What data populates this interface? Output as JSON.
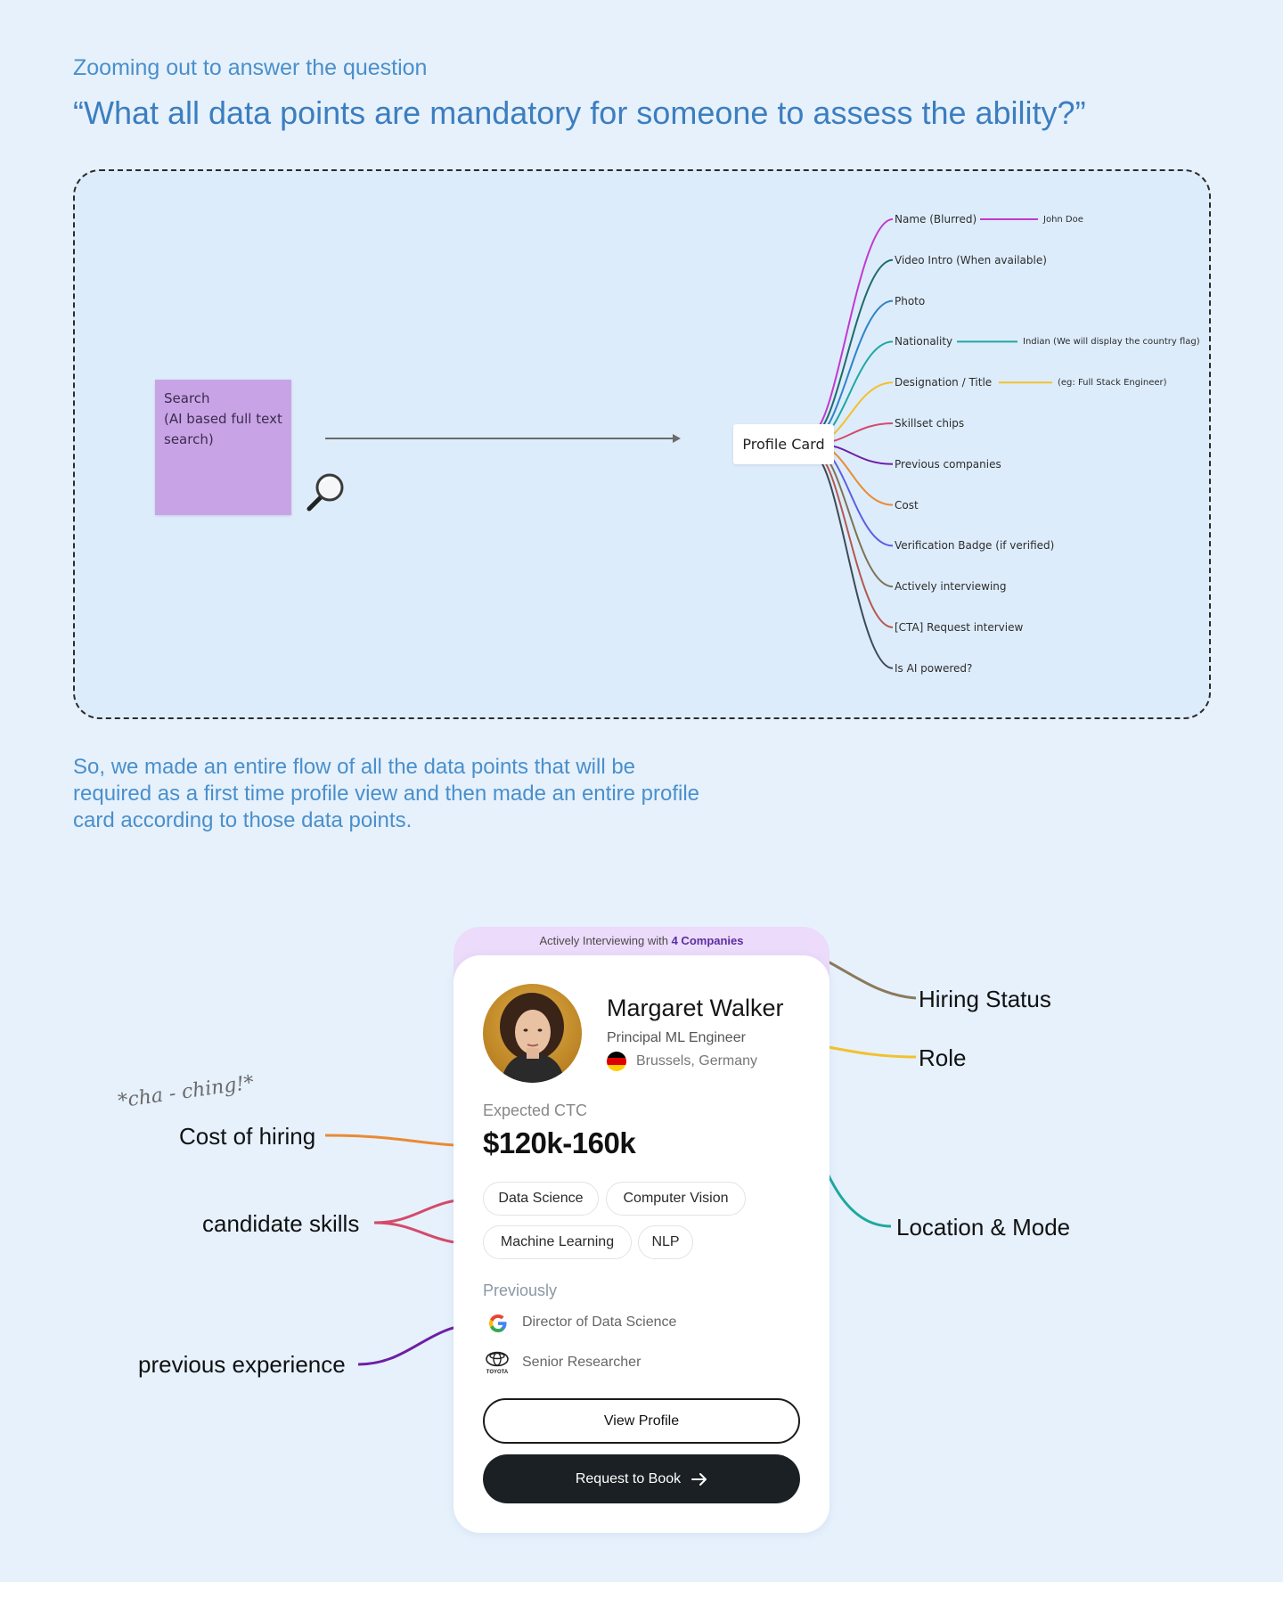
{
  "header": {
    "intro": "Zooming out to answer the question",
    "question": "“What all data points are mandatory for someone to assess the ability?”"
  },
  "flow": {
    "sticky_note": {
      "line1": "Search",
      "line2": "(AI based full text",
      "line3": "search)"
    },
    "magnifier_icon": "magnifying-glass-icon",
    "root": "Profile Card",
    "branches": [
      {
        "label": "Name (Blurred)",
        "color": "#c03ad0",
        "detail": "John Doe"
      },
      {
        "label": "Video Intro (When available)",
        "color": "#1f6b6b"
      },
      {
        "label": "Photo",
        "color": "#2f84c7"
      },
      {
        "label": "Nationality",
        "color": "#1ea8a0",
        "detail": "Indian (We will display the country flag)"
      },
      {
        "label": "Designation / Title",
        "color": "#f2c12e",
        "detail": "(eg: Full Stack Engineer)"
      },
      {
        "label": "Skillset chips",
        "color": "#d44a6a"
      },
      {
        "label": "Previous companies",
        "color": "#6e1fa6"
      },
      {
        "label": "Cost",
        "color": "#ea8a33"
      },
      {
        "label": "Verification Badge (if verified)",
        "color": "#5b5fe0"
      },
      {
        "label": "Actively interviewing",
        "color": "#7d7456"
      },
      {
        "label": "[CTA] Request interview",
        "color": "#b5574f"
      },
      {
        "label": "Is AI powered?",
        "color": "#3e4a55"
      }
    ]
  },
  "summary": "So, we made an entire flow of all the data points that will be required as a first time profile view and then made an entire profile card according to those data points.",
  "profile_card": {
    "status_prefix": "Actively Interviewing with ",
    "status_count": "4 Companies",
    "name": "Margaret Walker",
    "role": "Principal ML Engineer",
    "location": "Brussels, Germany",
    "flag_colors": [
      "#000000",
      "#dd0000",
      "#ffce00"
    ],
    "ctc_label": "Expected CTC",
    "ctc_value": "$120k-160k",
    "skills": [
      "Data Science",
      "Computer Vision",
      "Machine Learning",
      "NLP"
    ],
    "previously_label": "Previously",
    "previous": [
      {
        "icon": "google-logo-icon",
        "title": "Director of Data Science"
      },
      {
        "icon": "toyota-logo-icon",
        "title": "Senior Researcher"
      }
    ],
    "view_profile": "View Profile",
    "request_to_book": "Request to Book"
  },
  "callouts": {
    "hiring_status": "Hiring Status",
    "role": "Role",
    "location_mode": "Location & Mode",
    "cost_of_hiring": "Cost of hiring",
    "candidate_skills": "candidate skills",
    "previous_experience": "previous experience",
    "cha_ching": "*cha - ching!*"
  },
  "callout_colors": {
    "hiring_status": "#8a7a5c",
    "role": "#f2c12e",
    "location_mode": "#1ea8a0",
    "cost_of_hiring": "#ea8a33",
    "candidate_skills": "#d44a6a",
    "previous_experience": "#6e1fa6"
  }
}
